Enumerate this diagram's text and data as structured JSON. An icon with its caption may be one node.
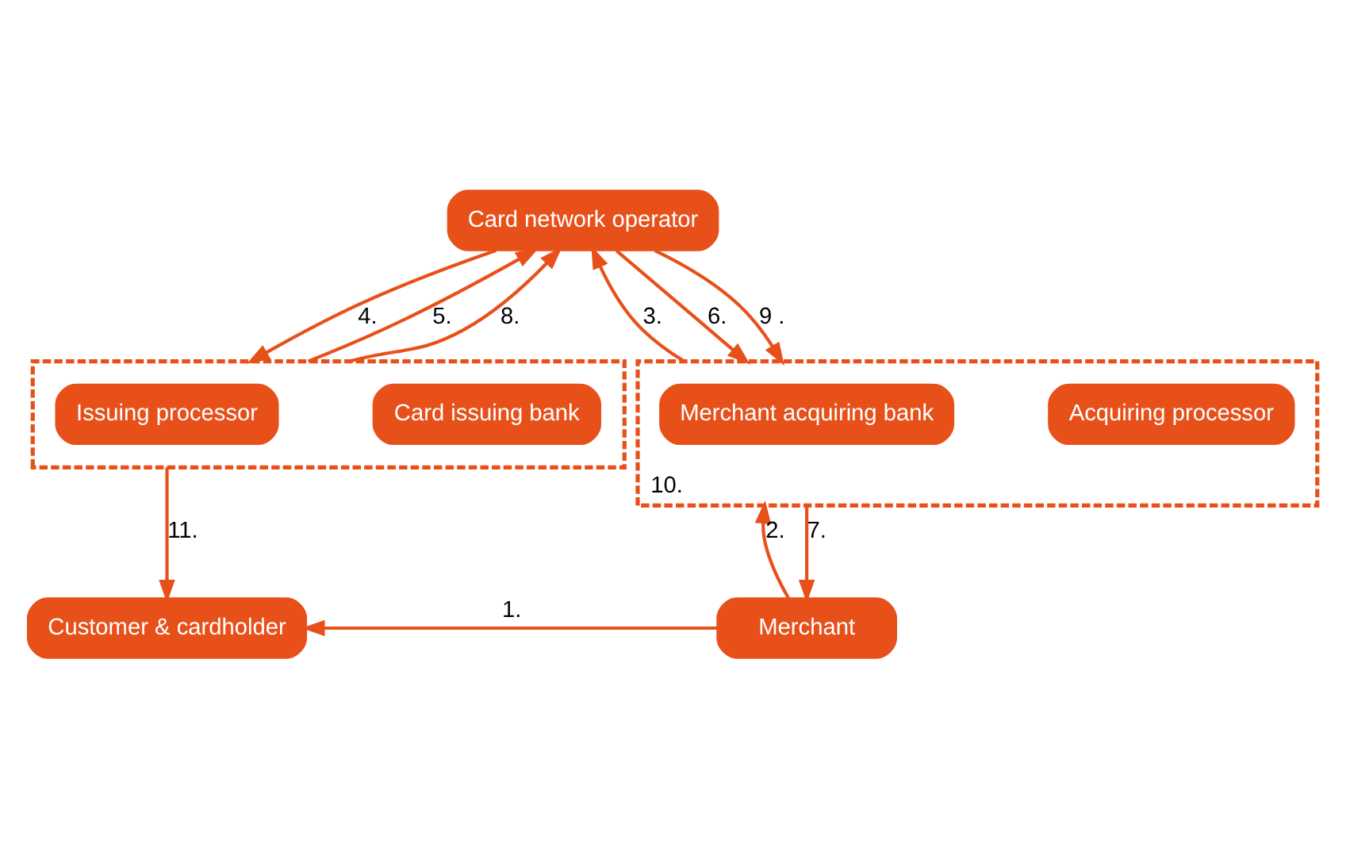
{
  "diagram": {
    "nodes": [
      {
        "text": [
          "Card network operator"
        ]
      },
      {
        "text": [],
        "shape": "box"
      },
      {
        "text": [
          "Issuing processor"
        ],
        "in": 1
      },
      {
        "text": [
          "Card issuing bank"
        ],
        "in": 1
      },
      {
        "text": [],
        "shape": "box",
        "beside": [
          "10."
        ]
      },
      {
        "text": [
          "Merchant acquiring bank"
        ],
        "in": 4
      },
      {
        "text": [
          "Acquiring processor"
        ],
        "in": 4
      },
      {
        "text": [
          "Customer & cardholder"
        ]
      },
      {
        "text": [
          "Merchant"
        ]
      }
    ],
    "edges": [
      {
        "from": 8,
        "to": 7,
        "arrow": "to",
        "label": "1."
      },
      {
        "from": 8,
        "to": 4,
        "arrow": "to",
        "label": "2."
      },
      {
        "from": 4,
        "to": 0,
        "arrow": "to",
        "label": "3."
      },
      {
        "from": 0,
        "to": 1,
        "arrow": "to",
        "label": "4."
      },
      {
        "from": 1,
        "to": 0,
        "arrow": "to",
        "label": "5."
      },
      {
        "from": 0,
        "to": 4,
        "arrow": "to",
        "label": "6."
      },
      {
        "from": 4,
        "to": 8,
        "arrow": "to",
        "label": "7."
      },
      {
        "from": 1,
        "to": 0,
        "arrow": "to",
        "label": "8."
      },
      {
        "from": 0,
        "to": 4,
        "arrow": "to",
        "label": "9 ."
      },
      {
        "from": 1,
        "to": 7,
        "arrow": "to",
        "label": "11."
      }
    ]
  }
}
